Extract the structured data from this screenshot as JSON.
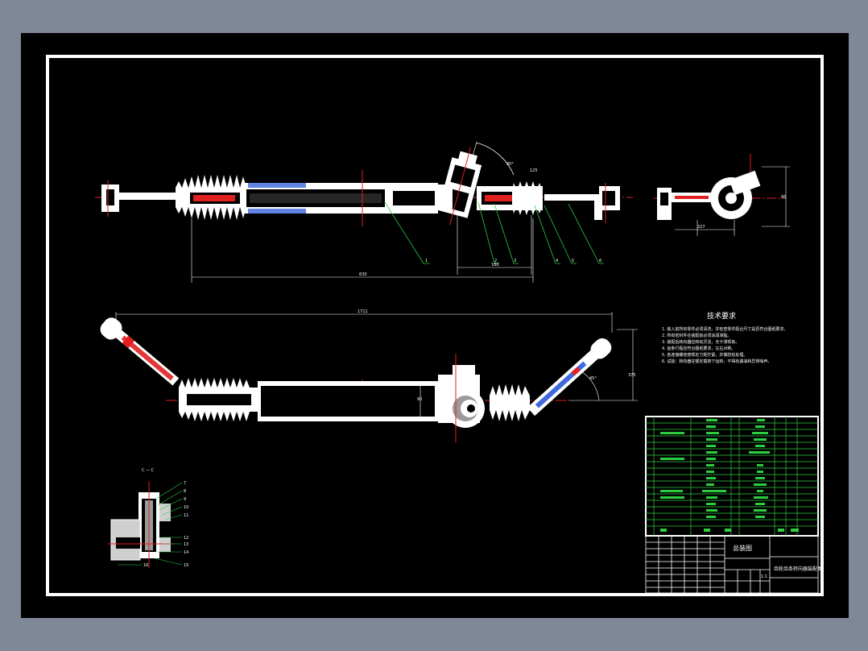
{
  "dimensions": {
    "top_overall": "630",
    "top_center": "180",
    "top_stroke": "125",
    "pinion_angle": "30°",
    "side_width": "227",
    "side_height": "95",
    "front_overall": "1711",
    "front_angle": "45°",
    "front_height": "375",
    "front_center": "90"
  },
  "balloons": [
    "1",
    "2",
    "3",
    "4",
    "5",
    "6"
  ],
  "notes": {
    "title": "技术要求",
    "lines": [
      "1. 装入前所有零件必须清洗，并检查零件配合尺寸是否符合图纸要求。",
      "2. 所有密封件在装配前必须涂润滑脂。",
      "3. 装配后转向器应转动灵活，无卡滞现象。",
      "4. 齿条行程应符合图纸要求，左右对称。",
      "5. 各连接螺栓按规定力矩拧紧，并做防松处理。",
      "6. 试验：转向器在额定载荷下运转，不得有漏油和异常噪声。"
    ]
  },
  "section": {
    "title": "C — C",
    "leaders": [
      "7",
      "8",
      "9",
      "10",
      "11",
      "12",
      "13",
      "14",
      "15",
      "16"
    ]
  },
  "titleblock": {
    "label": "总装图",
    "name": "齿轮齿条转向器装配图",
    "scale": "1:1"
  }
}
